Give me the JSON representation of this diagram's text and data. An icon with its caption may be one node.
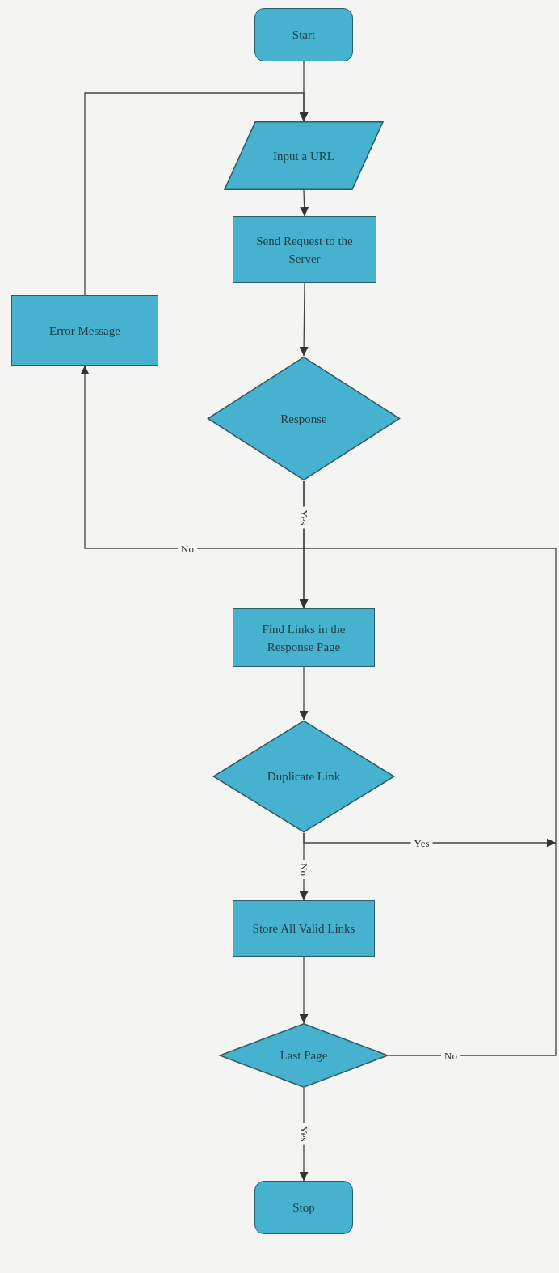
{
  "diagram": {
    "nodes": [
      {
        "text": [
          "Start"
        ]
      },
      {
        "text": [
          "Input a URL"
        ]
      },
      {
        "text": [
          "Send Request to the Server"
        ]
      },
      {
        "text": [
          "Response"
        ]
      },
      {
        "text": [
          "Error Message"
        ]
      },
      {
        "text": [
          "Find Links in the Response Page"
        ]
      },
      {
        "text": [
          "Duplicate Link"
        ]
      },
      {
        "text": [
          "Store All Valid Links"
        ]
      },
      {
        "text": [
          "Last Page"
        ]
      },
      {
        "text": [
          "Stop"
        ]
      }
    ],
    "edges": [
      {
        "from": 0,
        "to": 1,
        "arrow": "to"
      },
      {
        "from": 1,
        "to": 2,
        "arrow": "to"
      },
      {
        "from": 2,
        "to": 3,
        "arrow": "to"
      },
      {
        "from": 3,
        "to": 5,
        "arrow": "to",
        "label": "Yes"
      },
      {
        "from": 3,
        "to": 4,
        "arrow": "to",
        "label": "No"
      },
      {
        "from": 4,
        "to": 1,
        "arrow": "to"
      },
      {
        "from": 5,
        "to": 6,
        "arrow": "to"
      },
      {
        "from": 6,
        "to": null,
        "arrow": "to",
        "label": "Yes"
      },
      {
        "from": 6,
        "to": 7,
        "arrow": "to",
        "label": "No"
      },
      {
        "from": 7,
        "to": 8,
        "arrow": "to"
      },
      {
        "from": 8,
        "to": 9,
        "arrow": "to",
        "label": "Yes"
      },
      {
        "from": 8,
        "to": 5,
        "arrow": "to",
        "label": "No"
      }
    ]
  }
}
